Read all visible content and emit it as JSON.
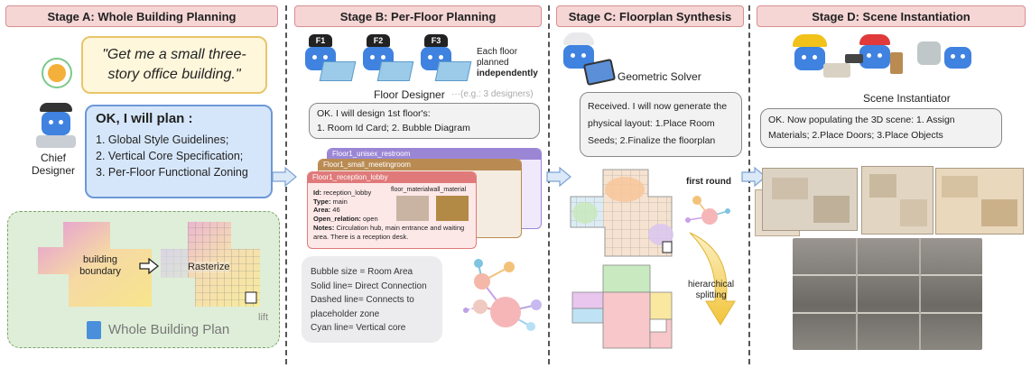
{
  "stages": [
    {
      "header": "Stage A:  Whole Building Planning"
    },
    {
      "header": "Stage B:  Per-Floor Planning"
    },
    {
      "header": "Stage C:  Floorplan Synthesis"
    },
    {
      "header": "Stage D:  Scene Instantiation"
    }
  ],
  "stage_a": {
    "user_quote": "\"Get me a small three-story office building.\"",
    "chief_role": "Chief Designer",
    "plan_heading": "OK,  I will plan :",
    "plan_items": [
      "1. Global Style Guidelines;",
      "2. Vertical Core Specification;",
      "3. Per-Floor Functional Zoning"
    ],
    "building_label": "building boundary",
    "rasterize_label": "Rasterize",
    "lift_label": "lift",
    "whole_plan_label": "Whole Building Plan"
  },
  "stage_b": {
    "hats": [
      "F1",
      "F2",
      "F3"
    ],
    "each_floor_text_1": "Each floor",
    "each_floor_text_2": "planned",
    "each_floor_bold": "independently",
    "designer_label": "Floor Designer",
    "designer_note": "···(e.g.: 3 designers)",
    "speech_1": "OK. I will design 1st floor's:",
    "speech_2": "1. Room Id Card;  2. Bubble Diagram",
    "card_titles": [
      "Floor1_unisex_restroom",
      "Floor1_small_meetingroom",
      "Floor1_reception_lobby"
    ],
    "card_fields": {
      "id_label": "Id:",
      "id_value": "reception_lobby",
      "type_label": "Type:",
      "type_value": "main",
      "area_label": "Area:",
      "area_value": "46",
      "open_label": "Open_relation:",
      "open_value": "open",
      "notes_label": "Notes:",
      "notes_value": "Circulation hub, main entrance and waiting area. There is a reception desk.",
      "material_label": "floor_materialwall_material"
    },
    "legend": [
      "Bubble size = Room Area",
      "Solid line= Direct Connection",
      "Dashed line= Connects to",
      "placeholder zone",
      "Cyan line= Vertical core"
    ]
  },
  "stage_c": {
    "solver_label": "Geometric Solver",
    "speech": [
      "Received. I will now generate the",
      "physical layout: 1.Place Room",
      "Seeds; 2.Finalize the floorplan"
    ],
    "first_round": "first round",
    "hierarchical_1": "hierarchical",
    "hierarchical_2": "splitting"
  },
  "stage_d": {
    "instantiator_label": "Scene Instantiator",
    "speech": [
      "OK. Now populating the 3D scene: 1. Assign",
      "Materials; 2.Place Doors; 3.Place Objects"
    ]
  }
}
